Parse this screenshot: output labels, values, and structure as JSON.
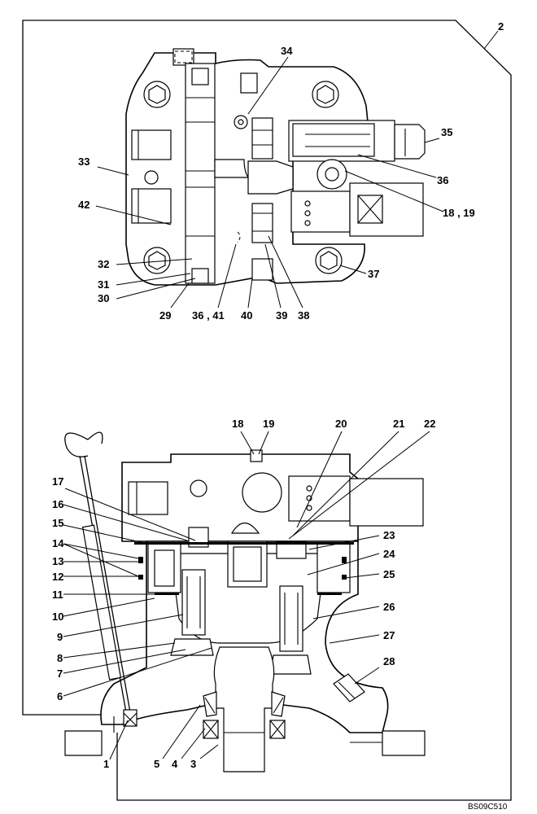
{
  "drawing_code": "BS09C510",
  "callouts": {
    "c1": "1",
    "c2": "2",
    "c3": "3",
    "c4": "4",
    "c5": "5",
    "c6": "6",
    "c7": "7",
    "c8": "8",
    "c9": "9",
    "c10": "10",
    "c11": "11",
    "c12": "12",
    "c13": "13",
    "c14": "14",
    "c15": "15",
    "c16": "16",
    "c17": "17",
    "c18": "18",
    "c19": "19",
    "c20": "20",
    "c21": "21",
    "c22": "22",
    "c23": "23",
    "c24": "24",
    "c25": "25",
    "c26": "26",
    "c27": "27",
    "c28": "28",
    "c29": "29",
    "c30": "30",
    "c31": "31",
    "c32": "32",
    "c33": "33",
    "c34": "34",
    "c35": "35",
    "c36": "36",
    "c37": "37",
    "c38": "38",
    "c39": "39",
    "c40": "40",
    "c42": "42",
    "c18_19": "18 , 19",
    "c36_41": "36 , 41"
  }
}
